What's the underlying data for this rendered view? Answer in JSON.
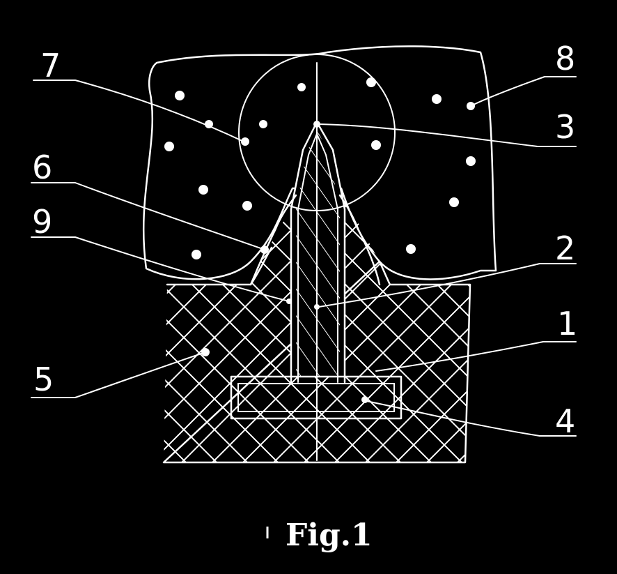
{
  "labels": {
    "l1": "1",
    "l2": "2",
    "l3": "3",
    "l4": "4",
    "l5": "5",
    "l6": "6",
    "l7": "7",
    "l8": "8",
    "l9": "9"
  },
  "caption": "Fig.1",
  "colors": {
    "background": "#000000",
    "stroke": "#ffffff"
  }
}
